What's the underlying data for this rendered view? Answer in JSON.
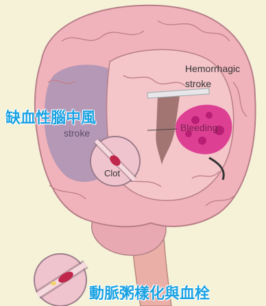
{
  "labels": {
    "hemorrhagic_line1": "Hemorrhagic",
    "hemorrhagic_line2": "stroke",
    "bleeding": "Bleeding",
    "ischemic_partial": "stroke",
    "clot": "Clot",
    "ischemic_stroke_cn": "缺血性腦中風",
    "atherosclerosis_cn": "動脈粥樣化與血栓"
  },
  "colors": {
    "background": "#f5f2d8",
    "brain": "#f1b3bb",
    "ischemic_zone": "#a08fb4",
    "bleeding": "#d8288a",
    "chinese_label": "#1aa2e3"
  },
  "icons": [
    "brain-illustration",
    "artery-clot-inset",
    "artery-plaque-inset"
  ]
}
